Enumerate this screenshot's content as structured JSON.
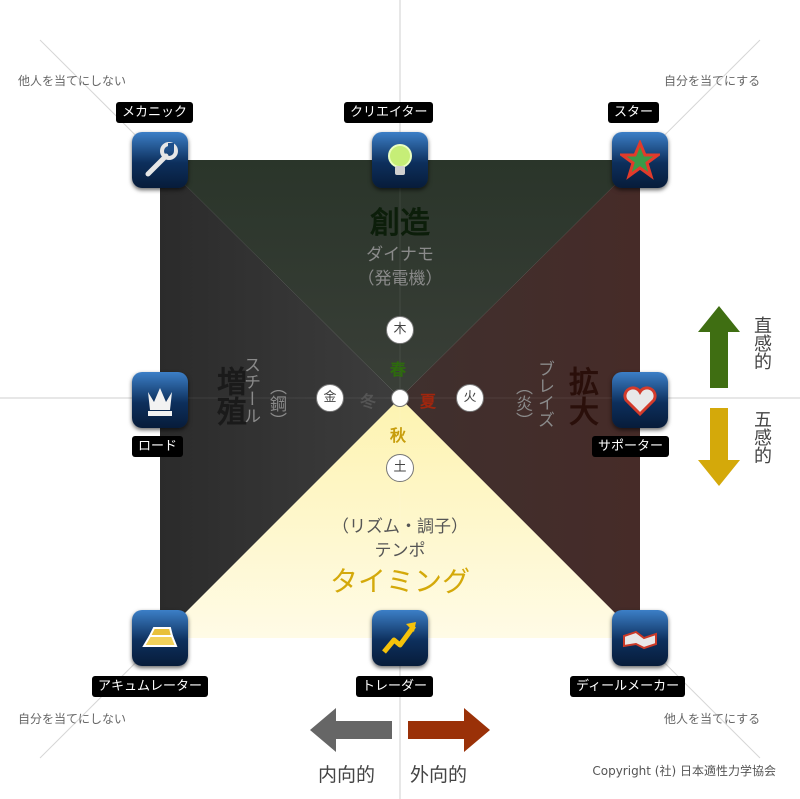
{
  "corner_notes": {
    "top_left": "他人を当てにしない",
    "top_right": "自分を当てにする",
    "bottom_left": "自分を当てにしない",
    "bottom_right": "他人を当てにする"
  },
  "profiles": {
    "mechanic": "メカニック",
    "creator": "クリエイター",
    "star": "スター",
    "lord": "ロード",
    "supporter": "サポーター",
    "accumulator": "アキュムレーター",
    "trader": "トレーダー",
    "deal_maker": "ディールメーカー"
  },
  "quadrants": {
    "top": {
      "title": "創造",
      "sub": "ダイナモ",
      "paren": "（発電機）",
      "color": "#2e3a2e"
    },
    "right": {
      "title": "拡大",
      "sub": "ブレイズ",
      "paren": "（炎）",
      "color": "#4a2f2c"
    },
    "bottom": {
      "title": "タイミング",
      "sub": "テンポ",
      "paren": "（リズム・調子）",
      "color": "#fff6c4"
    },
    "left": {
      "title": "増殖",
      "sub": "スチール",
      "paren": "（鋼）",
      "color": "#333333"
    }
  },
  "elements": {
    "wood": "木",
    "fire": "火",
    "earth": "土",
    "metal": "金"
  },
  "seasons": {
    "spring": "春",
    "summer": "夏",
    "autumn": "秋",
    "winter": "冬"
  },
  "arrows": {
    "up_label": "直感的",
    "down_label": "五感的",
    "left_label": "内向的",
    "right_label": "外向的",
    "up_color": "#3f6e12",
    "down_color": "#d4a90a",
    "left_color": "#666666",
    "right_color": "#9a3108"
  },
  "copyright": "Copyright (社) 日本適性力学協会"
}
